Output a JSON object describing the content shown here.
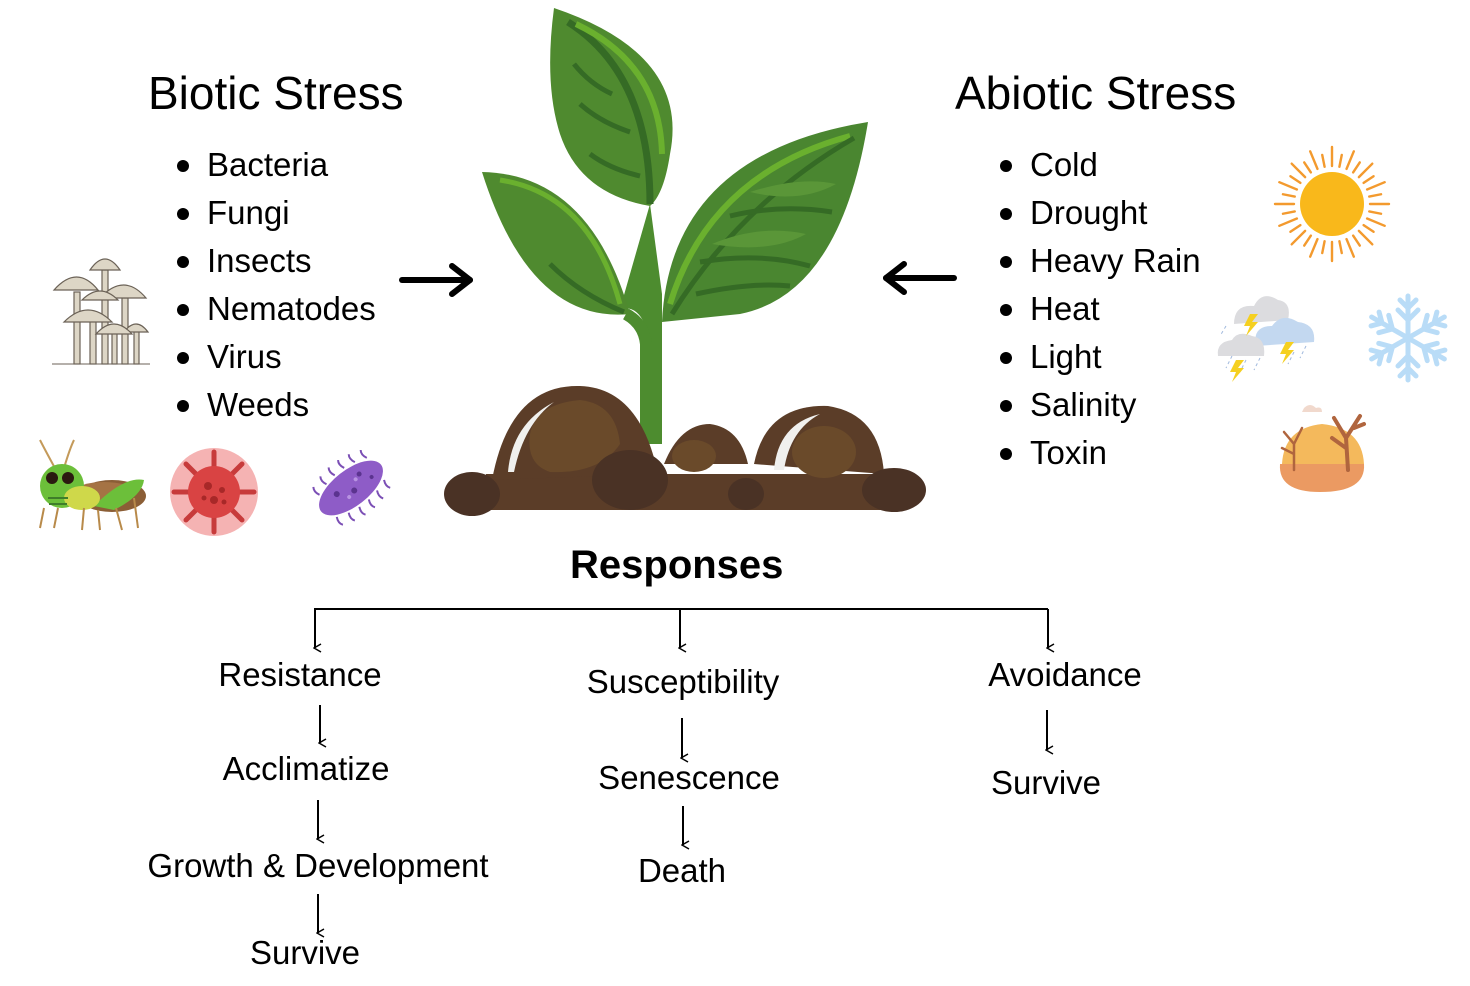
{
  "biotic": {
    "title": "Biotic Stress",
    "items": [
      "Bacteria",
      "Fungi",
      "Insects",
      "Nematodes",
      "Virus",
      "Weeds"
    ],
    "icons": [
      "mushrooms-icon",
      "grasshopper-icon",
      "virus-icon",
      "bacteria-icon"
    ]
  },
  "abiotic": {
    "title": "Abiotic Stress",
    "items": [
      "Cold",
      "Drought",
      "Heavy Rain",
      "Heat",
      "Light",
      "Salinity",
      "Toxin"
    ],
    "icons": [
      "sun-icon",
      "storm-cloud-icon",
      "snowflake-icon",
      "drought-tree-icon"
    ]
  },
  "center": {
    "illustration": "plant-seedling-icon"
  },
  "responses": {
    "title": "Responses",
    "branches": [
      {
        "name": "resistance",
        "steps": [
          "Resistance",
          "Acclimatize",
          "Growth & Development",
          "Survive"
        ]
      },
      {
        "name": "susceptibility",
        "steps": [
          "Susceptibility",
          "Senescence",
          "Death"
        ]
      },
      {
        "name": "avoidance",
        "steps": [
          "Avoidance",
          "Survive"
        ]
      }
    ]
  },
  "colors": {
    "leaf_dark": "#3f7d2a",
    "leaf_mid": "#4f8a2f",
    "leaf_light": "#6ab02e",
    "soil_dark": "#4a3225",
    "soil_mid": "#5b3d28",
    "soil_light": "#6a4a2a",
    "sun": "#f9b81b",
    "sun_rays": "#f39a2e",
    "snow": "#b9dcf7"
  }
}
